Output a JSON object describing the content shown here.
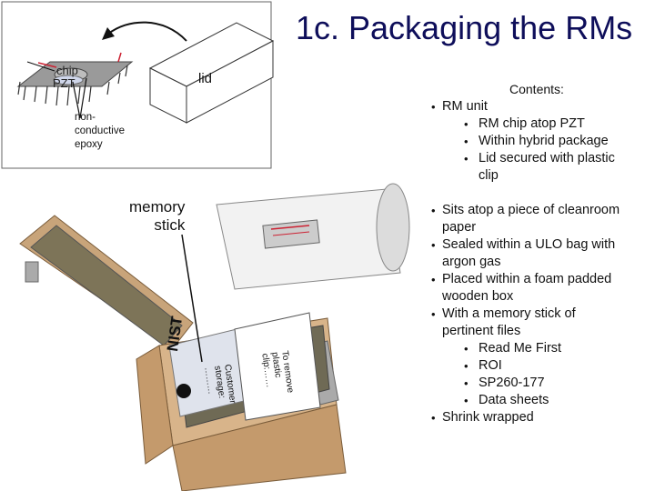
{
  "title": "1c. Packaging the RMs",
  "diagram_labels": {
    "chip": "chip",
    "pzt": "PZT",
    "lid": "lid",
    "epoxy": [
      "non-",
      "conductive",
      "epoxy"
    ],
    "memory_stick": [
      "memory",
      "stick"
    ],
    "nist": "NIST",
    "customer_storage": [
      "Customer",
      "storage:",
      "………"
    ],
    "remove_clip": [
      "To remove",
      "plastic",
      "clip:……"
    ]
  },
  "contents": {
    "heading": "Contents:",
    "rm_unit": "RM unit",
    "rm_unit_items": [
      "RM chip atop PZT",
      "Within hybrid package",
      "Lid secured with plastic",
      "clip"
    ]
  },
  "packaging": {
    "items": [
      [
        "Sits atop a piece of cleanroom",
        "paper"
      ],
      [
        "Sealed within a ULO bag with",
        "argon gas"
      ],
      [
        "Placed within a foam padded",
        "wooden box"
      ],
      [
        "With a memory stick of",
        "pertinent files"
      ]
    ],
    "files": [
      "Read Me First",
      "ROI",
      "SP260-177",
      "Data sheets"
    ],
    "final": "Shrink wrapped"
  }
}
